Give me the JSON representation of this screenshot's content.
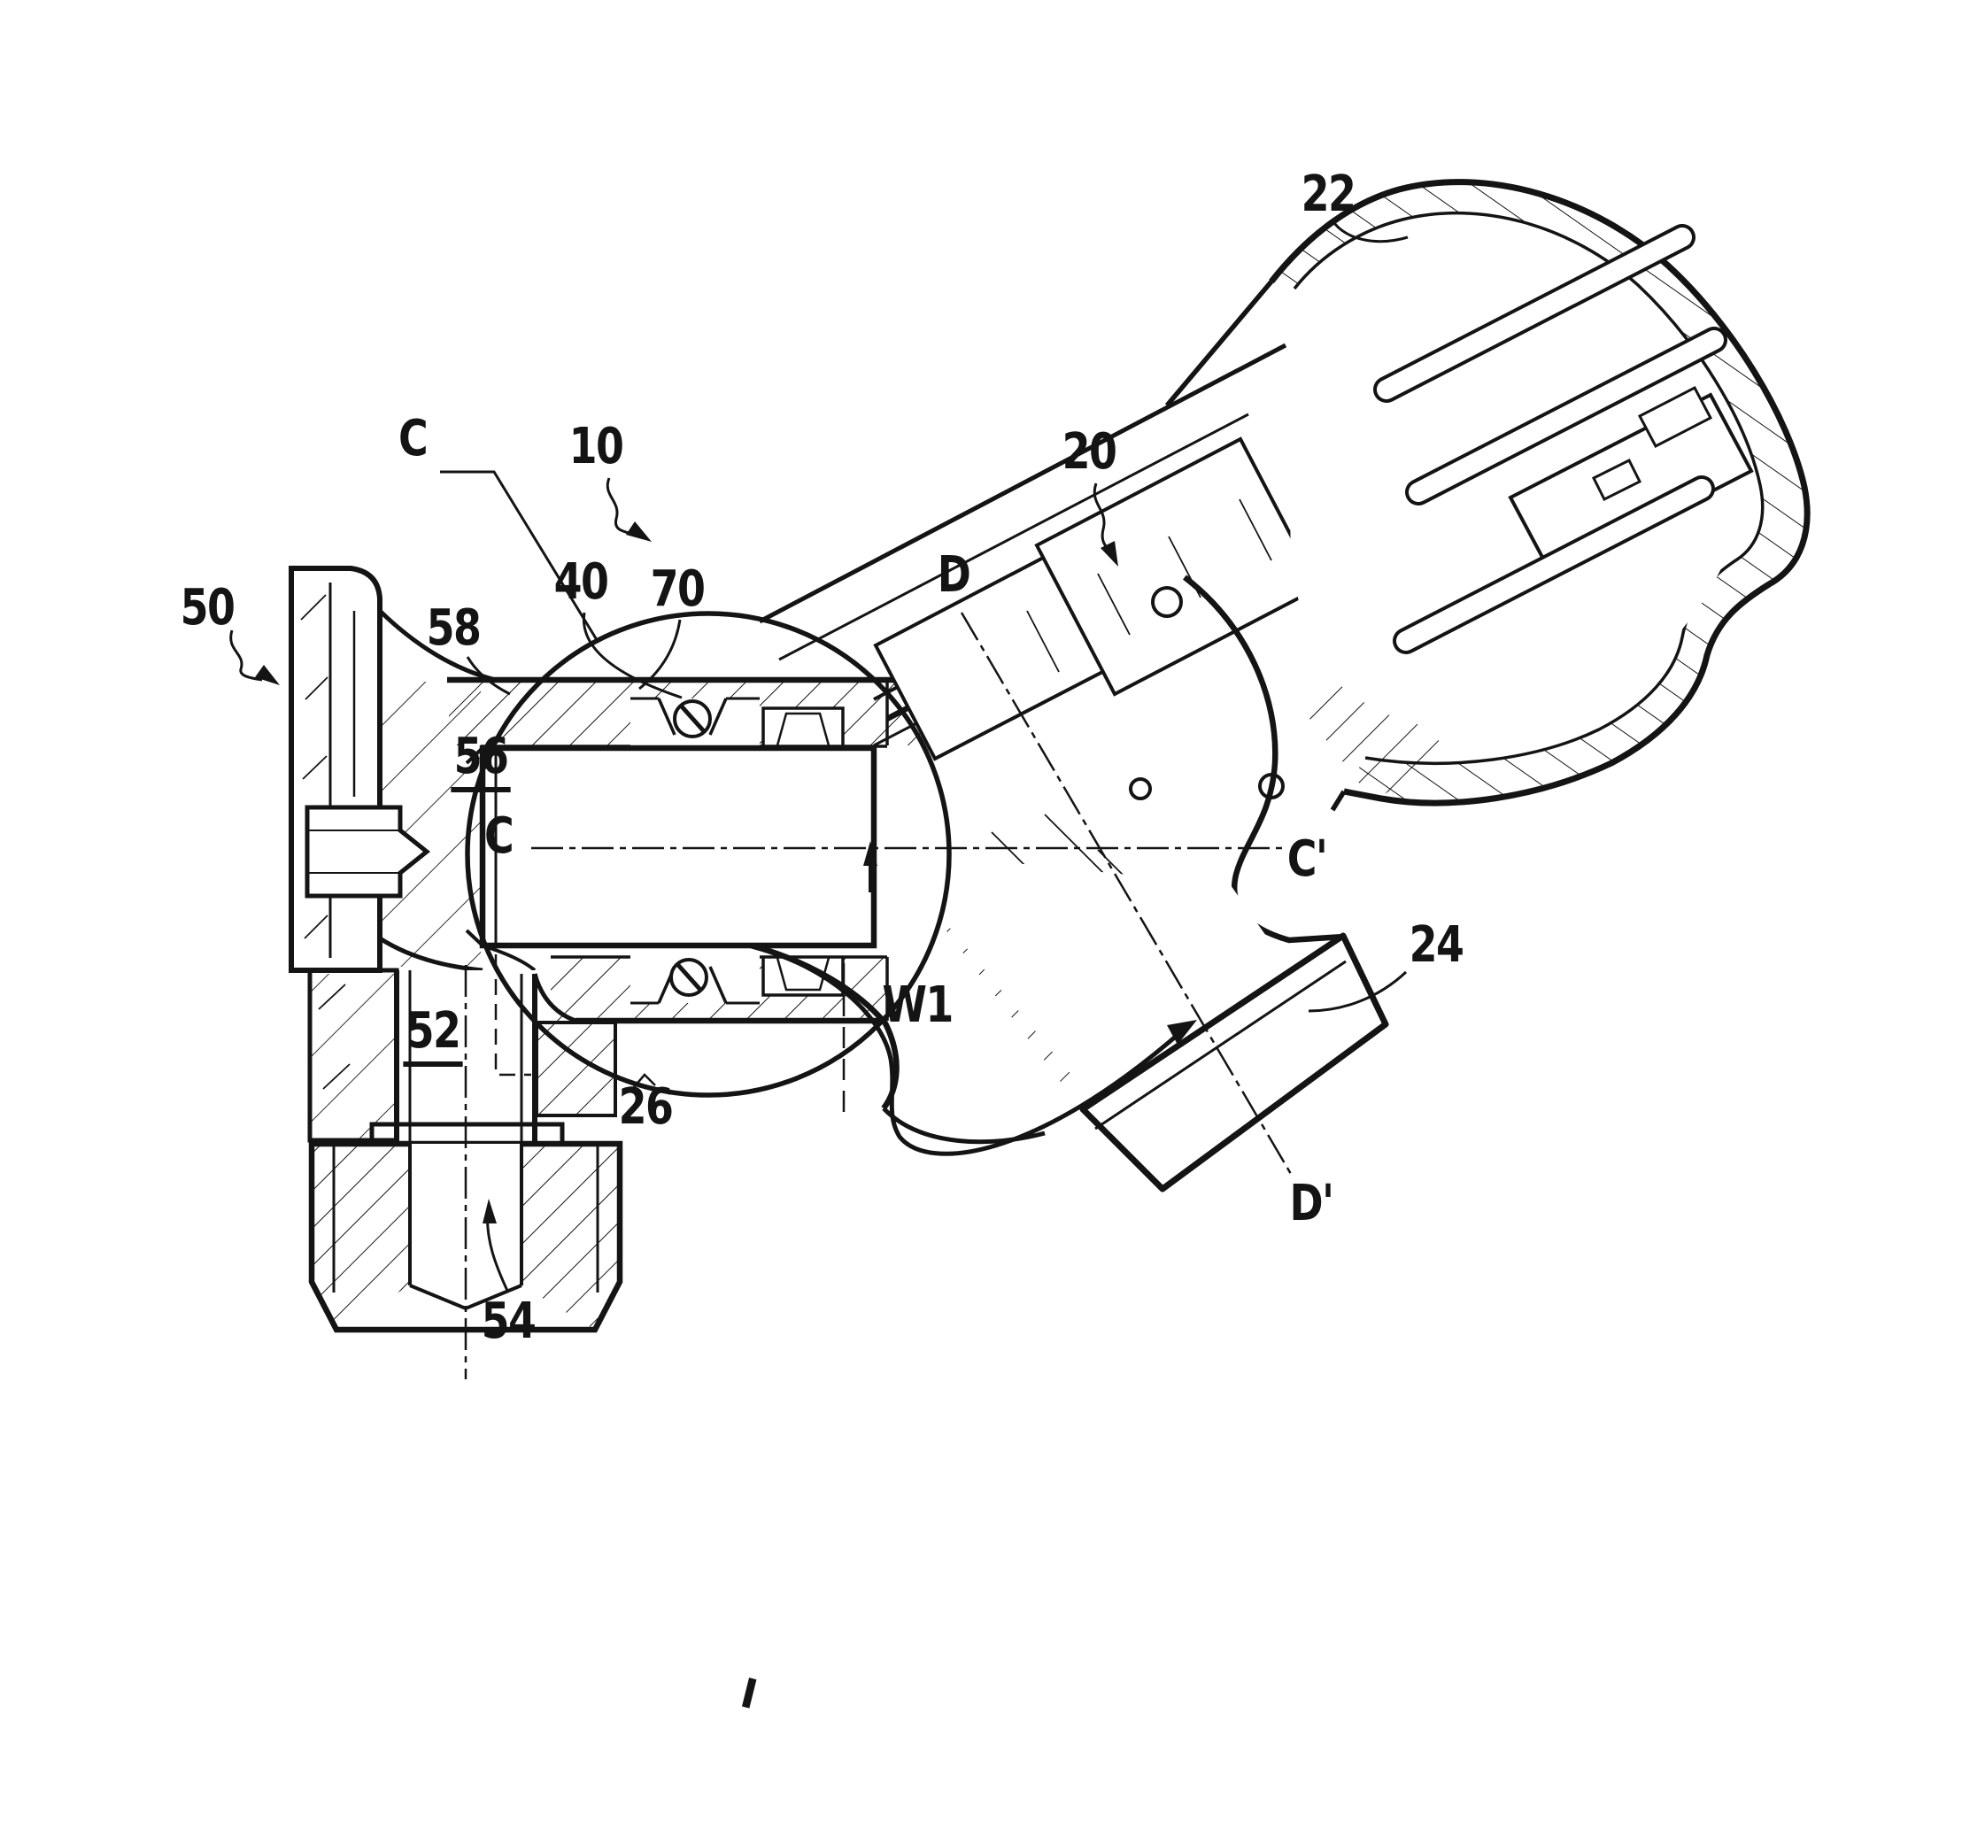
{
  "figure": {
    "type": "patent-sectional-drawing",
    "background": "#ffffff",
    "ink": "#141414",
    "figure_mark": "I",
    "labels": {
      "ref_50": "50",
      "ref_58": "58",
      "detail_circle_c": "C",
      "ref_10": "10",
      "ref_40": "40",
      "ref_70": "70",
      "ref_56": "56",
      "section_c": "C",
      "ref_52": "52",
      "ref_26": "26",
      "ref_54": "54",
      "ref_20": "20",
      "axis_d": "D",
      "ref_22": "22",
      "section_c_prime": "C'",
      "ref_24": "24",
      "rotation_w1": "W1",
      "axis_d_prime": "D'"
    }
  }
}
